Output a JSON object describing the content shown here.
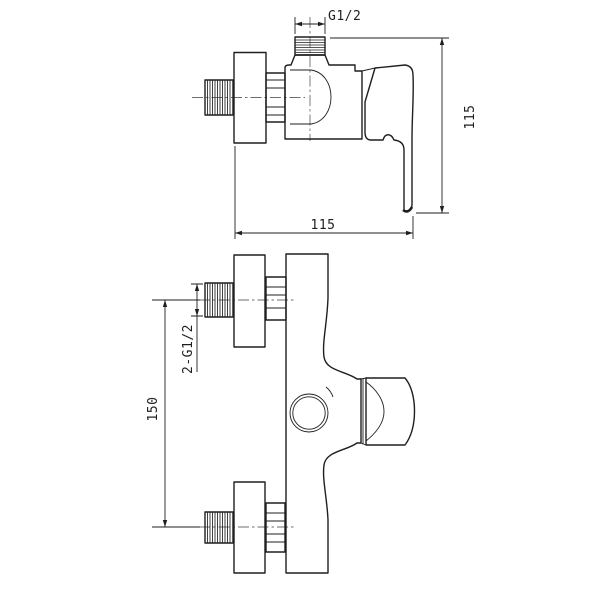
{
  "page": {
    "background": "#ffffff"
  },
  "drawing": {
    "line_color": "#1f1f1f",
    "centerline_color": "#6e6e6e",
    "views": {
      "side_view": {
        "labels": {
          "top_thread": "G1/2",
          "height": "115",
          "depth": "115"
        }
      },
      "front_view": {
        "labels": {
          "inlet_threads": "2-G1/2",
          "inlet_spacing": "150"
        }
      }
    }
  }
}
